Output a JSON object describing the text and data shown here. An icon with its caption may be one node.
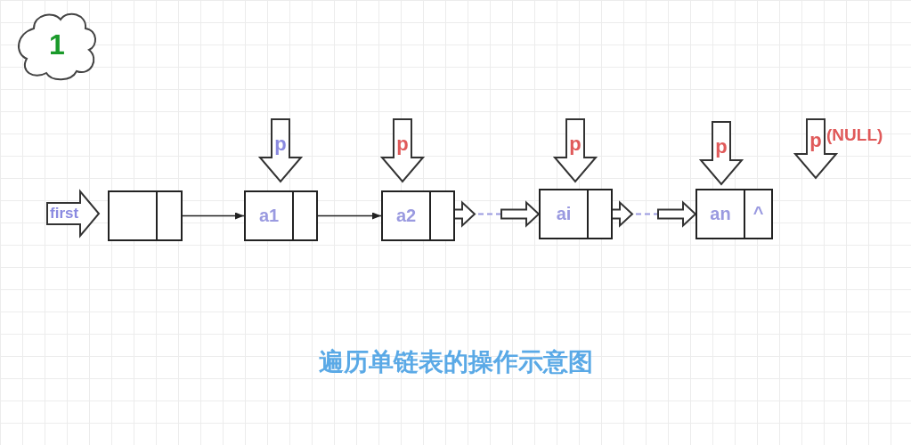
{
  "diagram": {
    "caption": "遍历单链表的操作示意图",
    "nodes": [
      {
        "text": [
          "1"
        ]
      },
      {
        "text": [
          "p"
        ]
      },
      {
        "text": [
          "p"
        ]
      },
      {
        "text": [
          "p"
        ]
      },
      {
        "text": [
          "p"
        ]
      },
      {
        "text": [
          "p"
        ],
        "beside": [
          "(NULL)"
        ]
      },
      {
        "text": [
          "first"
        ]
      },
      {
        "text": [],
        "shape": "box"
      },
      {
        "text": [
          "a1"
        ]
      },
      {
        "text": [
          "a2"
        ]
      },
      {
        "text": [
          "ai"
        ]
      },
      {
        "text": [
          "an",
          "^"
        ]
      }
    ],
    "edges": [
      {
        "from": 7,
        "to": 8,
        "arrow": "to"
      },
      {
        "from": 8,
        "to": 9,
        "arrow": "to"
      },
      {
        "from": 9,
        "to": 10,
        "arrow": "to",
        "style": "dashed",
        "color": "#9a9ae0"
      },
      {
        "from": 10,
        "to": 11,
        "arrow": "to",
        "style": "dashed",
        "color": "#9a9ae0"
      }
    ]
  }
}
